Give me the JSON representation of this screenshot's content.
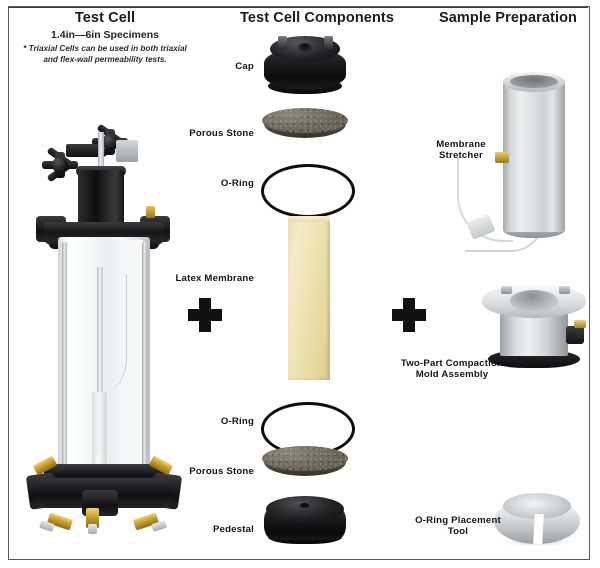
{
  "headings": {
    "test_cell": "Test Cell",
    "test_cell_subtitle": "1.4in—6in Specimens",
    "test_cell_note": "* Triaxial Cells can be used in both triaxial and flex-wall permeability tests.",
    "components": "Test Cell Components",
    "sample_prep": "Sample Preparation"
  },
  "operators": {
    "plus_1": "+",
    "plus_2": "+"
  },
  "components": [
    {
      "label": "Cap",
      "icon": "cap-icon"
    },
    {
      "label": "Porous Stone",
      "icon": "porous-stone-icon"
    },
    {
      "label": "O-Ring",
      "icon": "o-ring-icon"
    },
    {
      "label": "Latex Membrane",
      "icon": "latex-membrane-icon"
    },
    {
      "label": "O-Ring",
      "icon": "o-ring-icon"
    },
    {
      "label": "Porous Stone",
      "icon": "porous-stone-icon"
    },
    {
      "label": "Pedestal",
      "icon": "pedestal-icon"
    }
  ],
  "sample_prep": [
    {
      "label": "Membrane\nStretcher",
      "label_line1": "Membrane",
      "label_line2": "Stretcher",
      "icon": "membrane-stretcher-icon"
    },
    {
      "label": "Two-Part Compaction Mold Assembly",
      "label_line1": "Two-Part Compaction",
      "label_line2": "Mold Assembly",
      "icon": "compaction-mold-icon"
    },
    {
      "label": "O-Ring Placement Tool",
      "label_line1": "O-Ring Placement",
      "label_line2": "Tool",
      "icon": "o-ring-placement-tool-icon"
    }
  ],
  "figure": {
    "test_cell_photo_alt": "triaxial-test-cell"
  },
  "colors": {
    "text": "#141517",
    "border": "#55595c",
    "plus": "#101113",
    "latex": "#efe4b5",
    "porous_stone": "#6a6559",
    "black_part": "#0d0d0f",
    "metal": "#cfd2d4",
    "brass": "#c59f2d",
    "background": "#ffffff"
  }
}
